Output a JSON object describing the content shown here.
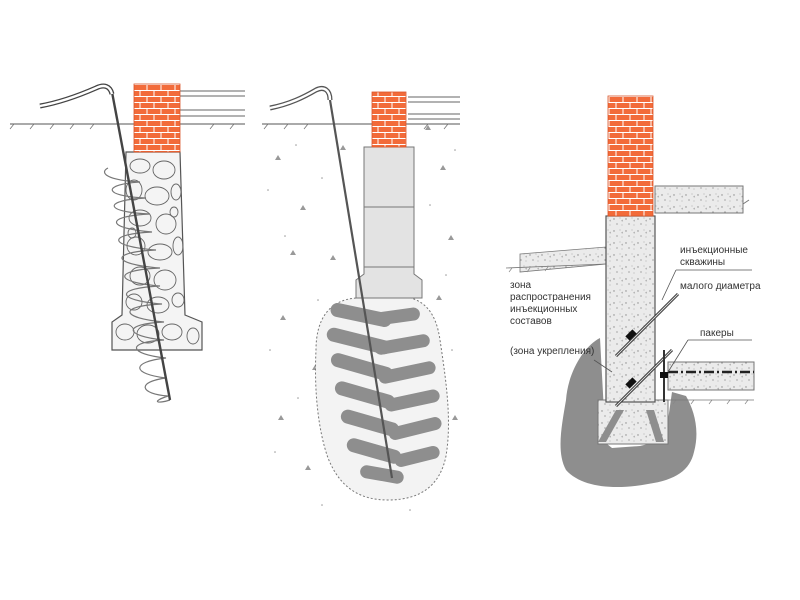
{
  "labels": {
    "injection_wells": [
      "инъекционные",
      "скважины",
      "малого диаметра"
    ],
    "packers": "пакеры",
    "spread_zone": [
      "зона",
      "распространения",
      "инъекционных",
      "составов",
      "(зона укрепления)"
    ]
  },
  "colors": {
    "brick": "#f26b3a",
    "brick_mortar": "#ffffff",
    "grout": "#8e8e8e",
    "concrete": "#e9e9e9",
    "block": "#e3e3e3",
    "line": "#555555"
  }
}
